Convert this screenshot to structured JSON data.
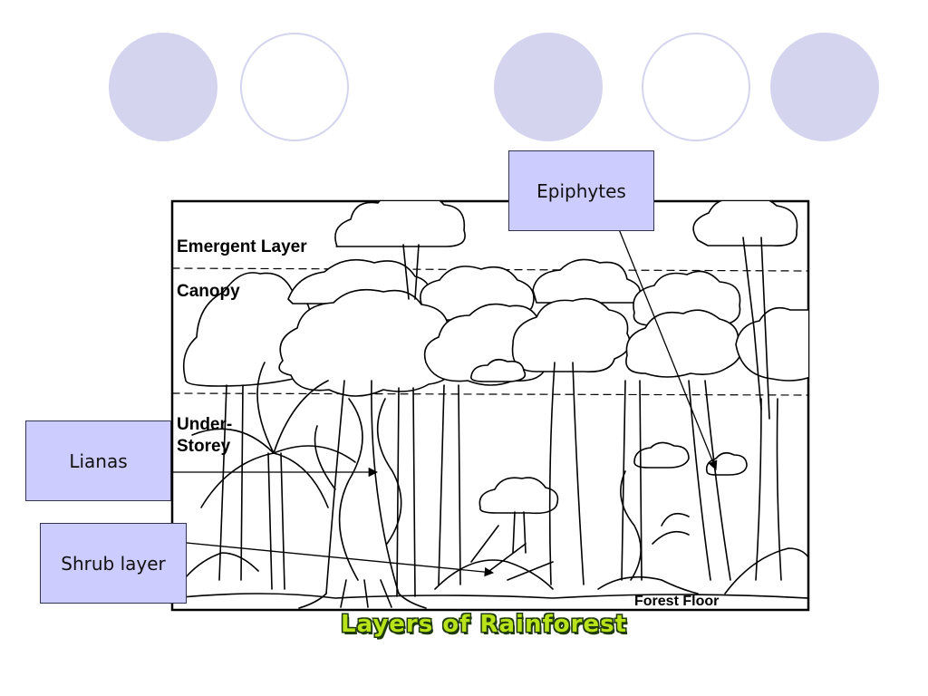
{
  "diagram": {
    "layers": {
      "emergent": "Emergent Layer",
      "canopy": "Canopy",
      "understorey_1": "Under-",
      "understorey_2": "Storey",
      "forest_floor": "Forest Floor"
    },
    "title": "Layers of Rainforest"
  },
  "callouts": {
    "epiphytes": "Epiphytes",
    "lianas": "Lianas",
    "shrub_layer": "Shrub layer"
  },
  "colors": {
    "circle_fill": "#d4d4ef",
    "callout_fill": "#ccccff",
    "title_green": "#b8e21a"
  }
}
